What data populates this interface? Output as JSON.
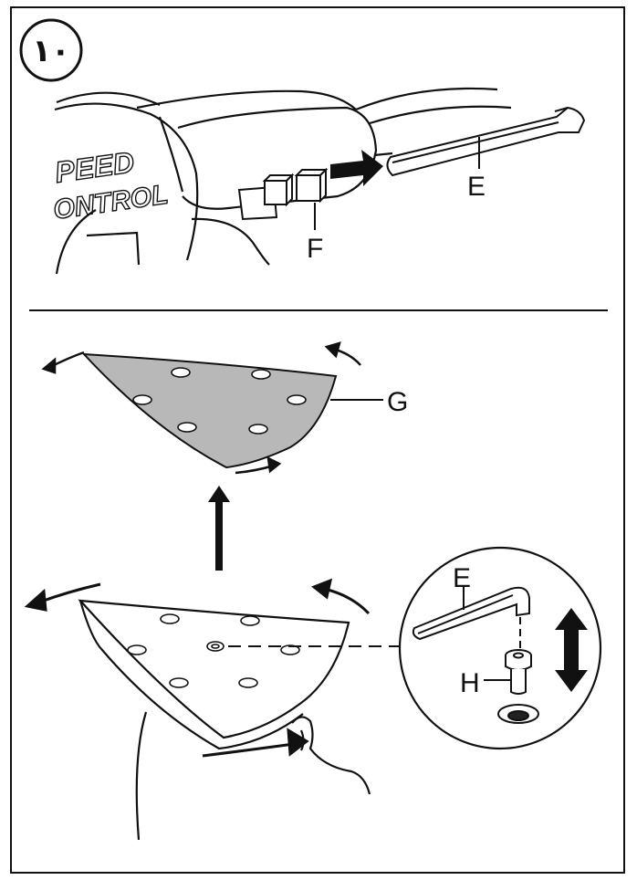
{
  "step_number": "١٠",
  "top_panel": {
    "tool_text_line1": "PEED",
    "tool_text_line2": "ONTROL",
    "label_hex_key": "E",
    "label_switch": "F"
  },
  "bottom_panel": {
    "label_sanding_sheet": "G",
    "label_hex_key": "E",
    "label_screw": "H"
  },
  "colors": {
    "line": "#111111",
    "sheet_fill": "#b8b8b8",
    "background": "#ffffff"
  }
}
